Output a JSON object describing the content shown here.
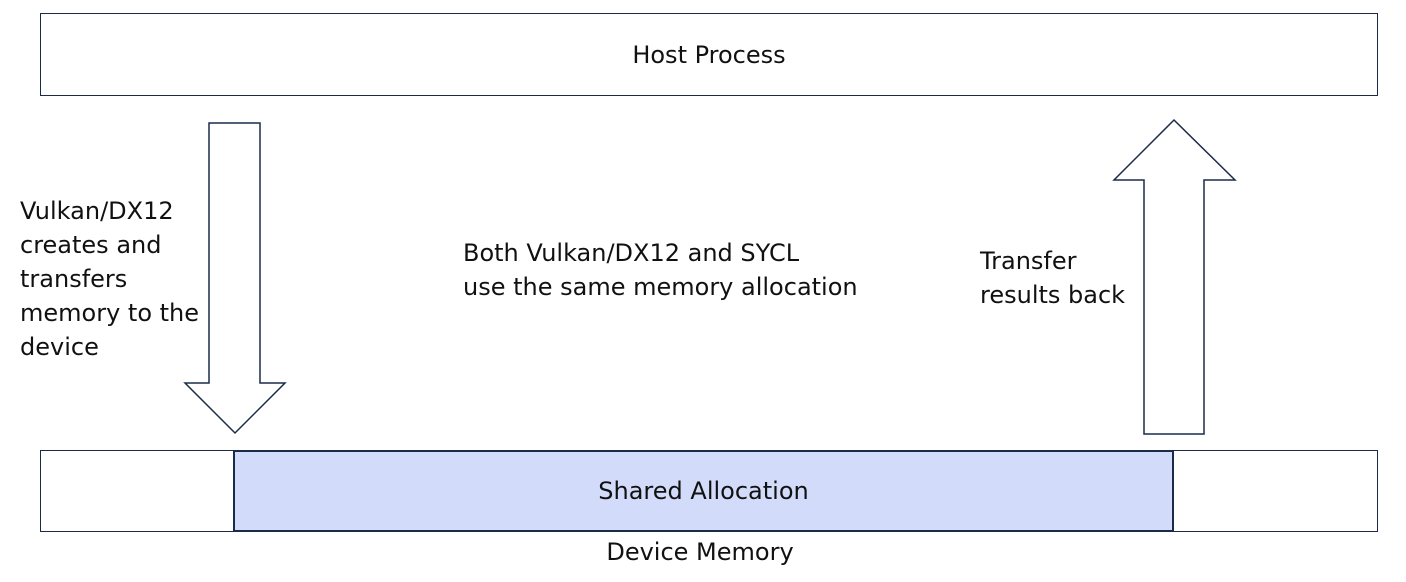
{
  "host_process": {
    "label": "Host Process"
  },
  "shared_allocation": {
    "label": "Shared Allocation"
  },
  "device_memory": {
    "label": "Device Memory"
  },
  "captions": {
    "left": "Vulkan/DX12\ncreates and\ntransfers\nmemory to the\ndevice",
    "center": "Both Vulkan/DX12 and SYCL\nuse the same memory allocation",
    "right": "Transfer\nresults back"
  },
  "colors": {
    "outline": "#1a2b4a",
    "shared_fill": "#d2dcfa",
    "background": "#ffffff"
  }
}
